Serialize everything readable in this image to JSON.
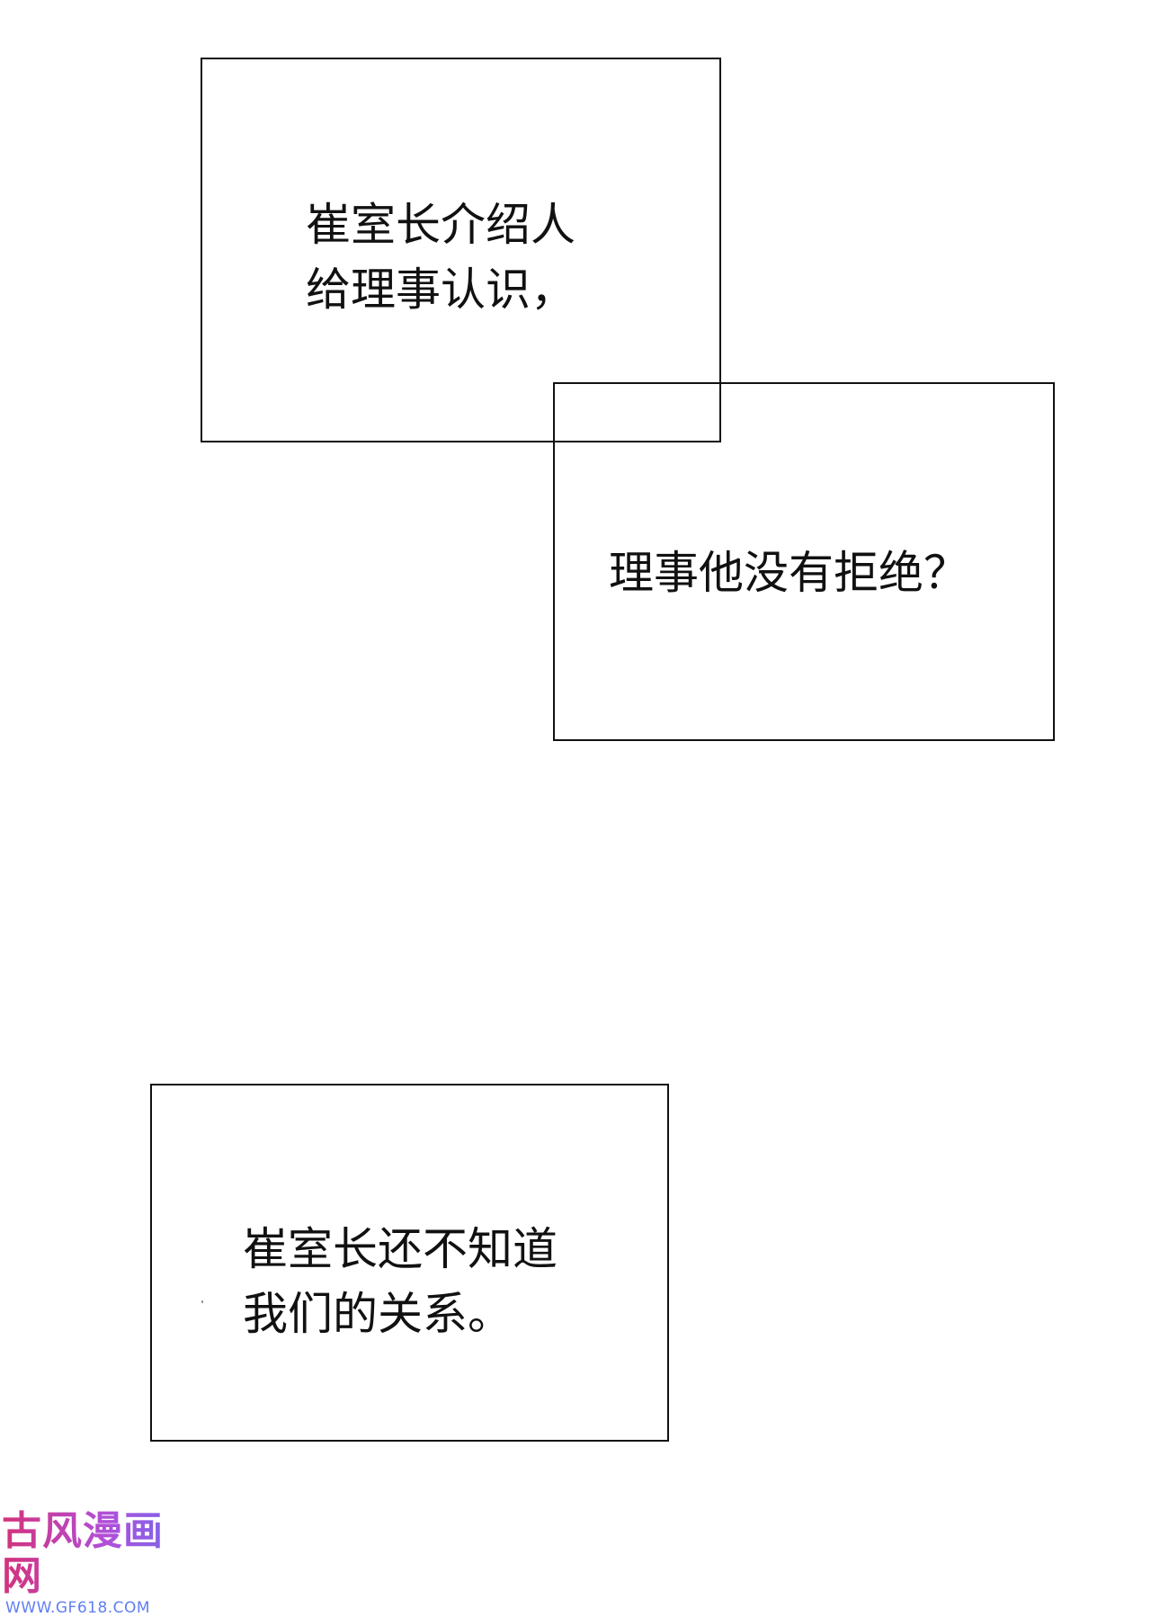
{
  "panels": [
    {
      "lines": [
        "崔室长介绍人",
        "给理事认识，"
      ]
    },
    {
      "lines": [
        "理事他没有拒绝？"
      ]
    },
    {
      "lines": [
        "崔室长还不知道",
        "我们的关系。"
      ]
    }
  ],
  "watermark": {
    "title": "古风漫画网",
    "url": "WWW.GF618.COM",
    "colors": {
      "title_start": "#d4327a",
      "title_end": "#6f6bf0",
      "url": "#5f7ff0"
    }
  }
}
